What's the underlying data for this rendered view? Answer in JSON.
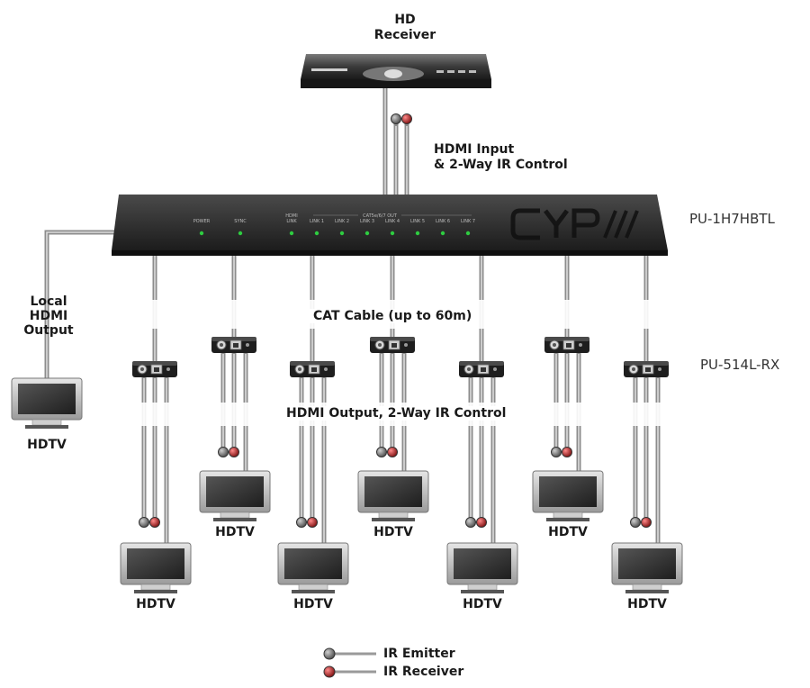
{
  "receiver_label_line1": "HD",
  "receiver_label_line2": "Receiver",
  "input_label_line1": "HDMI Input",
  "input_label_line2": "& 2-Way IR Control",
  "transmitter_model": "PU-1H7HBTL",
  "receiver_model": "PU-514L-RX",
  "local_output_line1": "Local",
  "local_output_line2": "HDMI",
  "local_output_line3": "Output",
  "cat_cable_label": "CAT Cable (up to 60m)",
  "hdmi_output_label": "HDMI Output, 2-Way IR Control",
  "tv_label": "HDTV",
  "legend": [
    {
      "label": "IR Emitter",
      "color": "#6e6e6e"
    },
    {
      "label": "IR Receiver",
      "color": "#b01c1c"
    }
  ],
  "device_panel": {
    "power": "POWER",
    "sync": "SYNC",
    "hdmi_link_1": "HDMI",
    "hdmi_link_2": "LINK",
    "cat_group": "CAT5e/6/7 OUT",
    "links": [
      "LINK 1",
      "LINK 2",
      "LINK 3",
      "LINK 4",
      "LINK 5",
      "LINK 6",
      "LINK 7"
    ],
    "brand": "CYP"
  }
}
